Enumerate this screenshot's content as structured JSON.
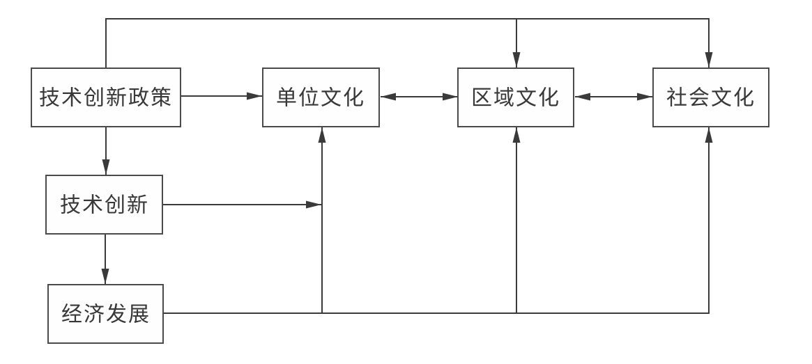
{
  "diagram": {
    "type": "flowchart",
    "nodes": [
      {
        "id": "tech-innovation-policy",
        "label": "技术创新政策"
      },
      {
        "id": "unit-culture",
        "label": "单位文化"
      },
      {
        "id": "regional-culture",
        "label": "区域文化"
      },
      {
        "id": "social-culture",
        "label": "社会文化"
      },
      {
        "id": "tech-innovation",
        "label": "技术创新"
      },
      {
        "id": "economic-development",
        "label": "经济发展"
      }
    ],
    "edges": [
      {
        "from": "技术创新政策",
        "to": "单位文化",
        "type": "arrow"
      },
      {
        "from": "单位文化",
        "to": "区域文化",
        "type": "double-arrow"
      },
      {
        "from": "区域文化",
        "to": "社会文化",
        "type": "double-arrow"
      },
      {
        "from": "技术创新政策",
        "to": "区域文化",
        "type": "arrow",
        "route": "top-loop"
      },
      {
        "from": "技术创新政策",
        "to": "社会文化",
        "type": "arrow",
        "route": "top-loop"
      },
      {
        "from": "技术创新政策",
        "to": "技术创新",
        "type": "arrow"
      },
      {
        "from": "技术创新",
        "to": "经济发展",
        "type": "arrow"
      },
      {
        "from": "技术创新",
        "to": "单位文化",
        "type": "arrow",
        "route": "joins-riser"
      },
      {
        "from": "经济发展",
        "to": "单位文化",
        "type": "arrow",
        "route": "bottom-bus"
      },
      {
        "from": "经济发展",
        "to": "区域文化",
        "type": "arrow",
        "route": "bottom-bus"
      },
      {
        "from": "经济发展",
        "to": "社会文化",
        "type": "arrow",
        "route": "bottom-bus"
      }
    ],
    "colors": {
      "background": "#ffffff",
      "line": "#3a3a3a",
      "box_border": "#4a4a4a",
      "box_fill": "#fefefe",
      "text": "#383838"
    }
  }
}
